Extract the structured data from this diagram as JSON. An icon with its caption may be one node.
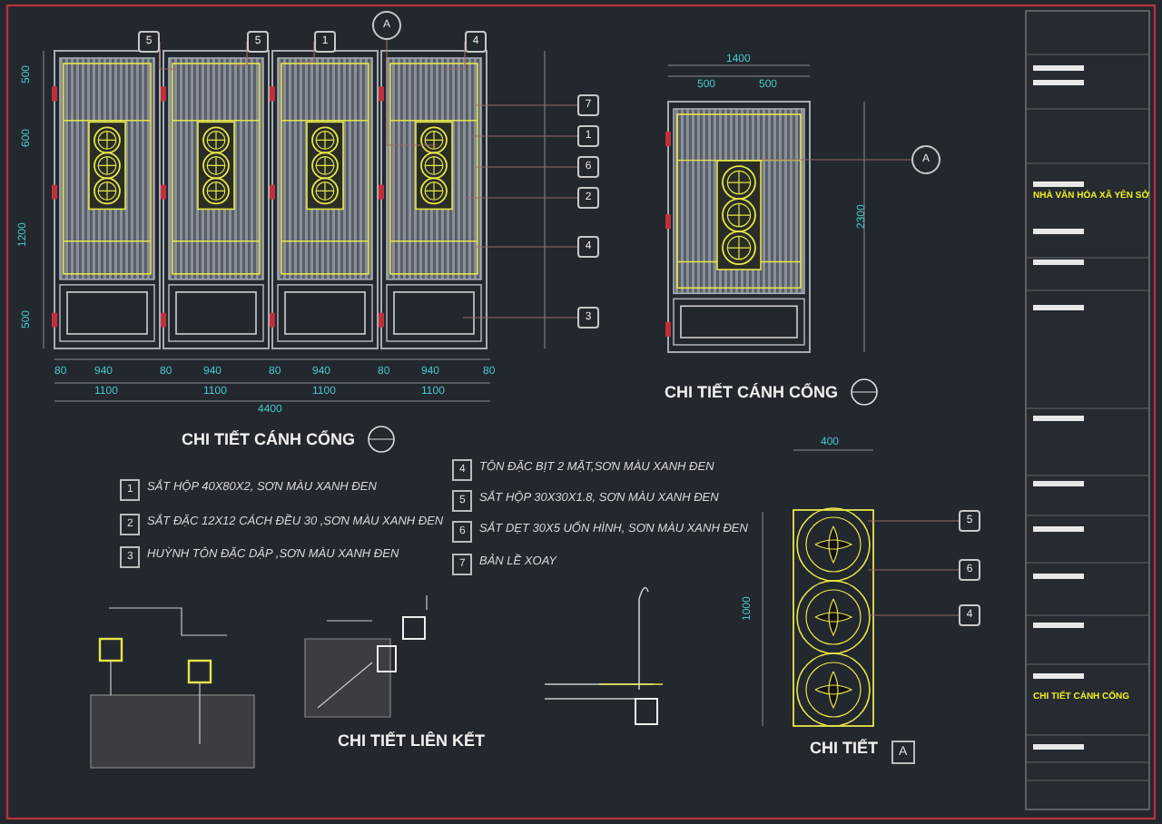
{
  "diagram": {
    "nodes": [
      {
        "text": [
          "5"
        ]
      },
      {
        "text": [
          "5"
        ]
      },
      {
        "text": [
          "1"
        ]
      },
      {
        "text": [
          "A"
        ]
      },
      {
        "text": [
          "4"
        ]
      },
      {
        "text": [
          "7"
        ]
      },
      {
        "text": [
          "1"
        ]
      },
      {
        "text": [
          "6"
        ]
      },
      {
        "text": [
          "2"
        ]
      },
      {
        "text": [
          "4"
        ]
      },
      {
        "text": [
          "3"
        ]
      },
      {
        "text": [
          "A"
        ]
      },
      {
        "text": [
          "5"
        ]
      },
      {
        "text": [
          "6"
        ]
      },
      {
        "text": [
          "4"
        ]
      }
    ],
    "edges": [
      {
        "from": 0,
        "to": null,
        "arrow": "none"
      },
      {
        "from": 1,
        "to": null,
        "arrow": "none"
      },
      {
        "from": 2,
        "to": null,
        "arrow": "none"
      },
      {
        "from": 3,
        "to": null,
        "arrow": "none"
      },
      {
        "from": 4,
        "to": null,
        "arrow": "none"
      },
      {
        "from": 5,
        "to": null,
        "arrow": "none"
      },
      {
        "from": 6,
        "to": null,
        "arrow": "none"
      },
      {
        "from": 7,
        "to": null,
        "arrow": "none"
      },
      {
        "from": 8,
        "to": null,
        "arrow": "none"
      },
      {
        "from": 9,
        "to": null,
        "arrow": "none"
      },
      {
        "from": 10,
        "to": null,
        "arrow": "none"
      },
      {
        "from": 11,
        "to": null,
        "arrow": "none"
      },
      {
        "from": 12,
        "to": null,
        "arrow": "none"
      },
      {
        "from": 13,
        "to": null,
        "arrow": "none"
      },
      {
        "from": 14,
        "to": null,
        "arrow": "none"
      }
    ],
    "labels": [
      "80",
      "940",
      "80",
      "940",
      "80",
      "940",
      "80",
      "940",
      "80",
      "1100",
      "1100",
      "1100",
      "1100",
      "4400",
      "500",
      "600",
      "1200",
      "500",
      "CHI TIẾT CÁNH CỔNG",
      "1400",
      "500",
      "500",
      "2300",
      "CHI TIẾT CÁNH CỔNG",
      "1",
      "SẮT HỘP 40X80X2, SƠN MÀU XANH ĐEN",
      "2",
      "SẮT ĐẶC 12X12 CÁCH ĐỀU 30 ,SƠN MÀU XANH ĐEN",
      "3",
      "HUỲNH TÔN ĐẶC DẬP ,SƠN MÀU XANH ĐEN",
      "4",
      "TÔN ĐẶC BỊT 2 MẶT,SƠN MÀU XANH ĐEN",
      "5",
      "SẮT HỘP 30X30X1.8, SƠN MÀU XANH ĐEN",
      "6",
      "SẮT DẸT 30X5 UỐN HÌNH, SƠN MÀU XANH ĐEN",
      "7",
      "BẢN LỀ XOAY",
      "400",
      "1000",
      "CHI TIẾT LIÊN KẾT",
      "CHI TIẾT",
      "A",
      "NHÀ VĂN HÓA XÃ YÊN SỞ",
      "CHI TIẾT CÁNH CỔNG"
    ]
  }
}
